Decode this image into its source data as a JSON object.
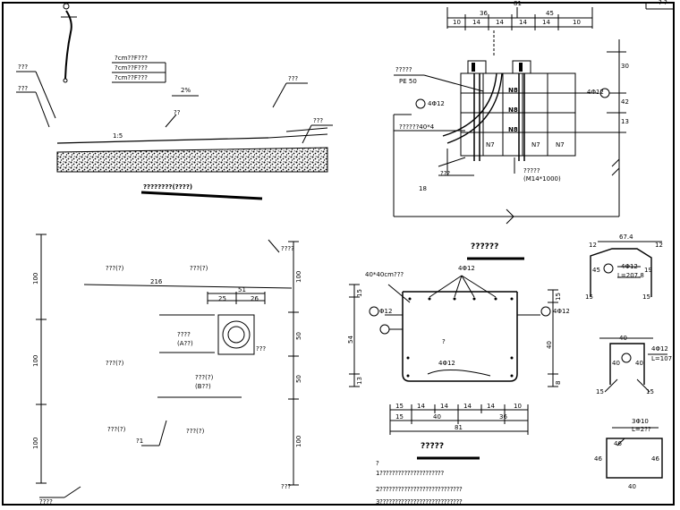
{
  "corner_tab": "? ?",
  "road": {
    "top_notes": [
      "?cm??F???",
      "?cm??F???",
      "?cm??F???"
    ],
    "left_labels": [
      "???",
      "???"
    ],
    "slope_pct": "2%",
    "slope_label": "??",
    "right_top": "???",
    "slope_ratio": "1:5",
    "right_low": "???",
    "title": "????????(????)"
  },
  "rebar_section": {
    "top_dims": [
      "10",
      "14",
      "14",
      "14",
      "14",
      "10"
    ],
    "top_total": "81",
    "top_sub": [
      "36",
      "45"
    ],
    "pipe_label": "?????",
    "pipe_spec": "PE 50",
    "rebar_left": "4Φ12",
    "rebar_right": "4Φ12",
    "left_marker": "??????40*4",
    "grid_labels": [
      "N8",
      "N8",
      "N8",
      "N7",
      "N7",
      "N7"
    ],
    "bottom_mark": "???",
    "bolt_label": "?????",
    "bolt_spec": "(M14*1000)",
    "right_dims": [
      "30",
      "42",
      "13"
    ],
    "bottom_left": "18"
  },
  "plan": {
    "top_right": "????",
    "label_a": "???(?)",
    "label_b": "???(?)",
    "dim_216": "216",
    "dim_r1": "51",
    "dim_r2": [
      "25",
      "26"
    ],
    "center_lbl": "????",
    "center_lbl2": "(A??)",
    "box_lbl": "???",
    "left_mid": "???(?)",
    "center_low": "???(?)",
    "center_low2": "(B??)",
    "bot_left": "???(?)",
    "bot_center": "???(?)",
    "bot_mark": "?1",
    "foot_left": "????",
    "foot_right": "???",
    "left_dims": [
      "100",
      "100",
      "100"
    ],
    "right_dims": [
      "100",
      "50",
      "50",
      "100"
    ]
  },
  "cross_section": {
    "title": "??????",
    "top_label": "40*40cm???",
    "rebar_top": "4Φ12",
    "marker_left": "Φ12",
    "marker_right": "4Φ12",
    "inner_mark": "?",
    "rebar_bottom": "4Φ12",
    "bottom_dims": [
      "15",
      "14",
      "14",
      "14",
      "14",
      "10",
      "15",
      "40",
      "36"
    ],
    "bottom_total": "81",
    "left_dims": [
      "15",
      "54",
      "13"
    ],
    "right_dims": [
      "15",
      "40",
      "8"
    ]
  },
  "details": {
    "d1_top": "67.4",
    "d1_dims": [
      "12",
      "12",
      "45",
      "19",
      "15",
      "15"
    ],
    "d1_spec": [
      "4Φ12",
      "L=207.8"
    ],
    "d2_top": "40",
    "d2_dims": [
      "40",
      "40",
      "15",
      "15"
    ],
    "d2_spec": "4Φ12",
    "d2_note": "L=107",
    "d3_spec": [
      "3Φ10",
      "L=2??"
    ],
    "d3_dims": [
      "46",
      "46",
      "40",
      "46"
    ]
  },
  "notes": {
    "heading": "?",
    "lines": [
      "1?????????????????????",
      "2???????????????????????????",
      "3???????????????????????????"
    ],
    "title": "?????"
  }
}
